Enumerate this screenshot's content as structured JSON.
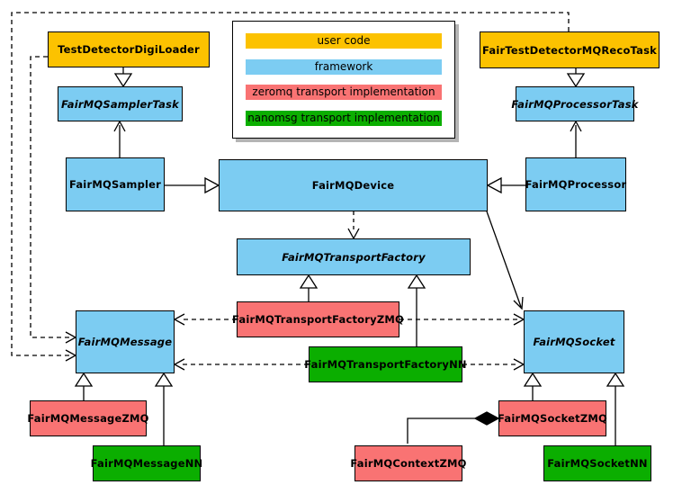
{
  "palette": {
    "user_code": "#fcc200",
    "framework": "#7cccf2",
    "zeromq": "#f97373",
    "nanomsg": "#0bae00",
    "line": "#000000",
    "background": "#ffffff"
  },
  "legend": {
    "items": [
      {
        "label": "user code",
        "color": "#fcc200"
      },
      {
        "label": "framework",
        "color": "#7cccf2"
      },
      {
        "label": "zeromq transport implementation",
        "color": "#f97373"
      },
      {
        "label": "nanomsg transport implementation",
        "color": "#0bae00"
      }
    ]
  },
  "nodes": [
    {
      "label": "TestDetectorDigiLoader",
      "category": "user code",
      "abstract": false
    },
    {
      "label": "FairTestDetectorMQRecoTask",
      "category": "user code",
      "abstract": false
    },
    {
      "label": "FairMQSamplerTask",
      "category": "framework",
      "abstract": true
    },
    {
      "label": "FairMQProcessorTask",
      "category": "framework",
      "abstract": true
    },
    {
      "label": "FairMQSampler",
      "category": "framework",
      "abstract": false
    },
    {
      "label": "FairMQDevice",
      "category": "framework",
      "abstract": false
    },
    {
      "label": "FairMQProcessor",
      "category": "framework",
      "abstract": false
    },
    {
      "label": "FairMQTransportFactory",
      "category": "framework",
      "abstract": true
    },
    {
      "label": "FairMQTransportFactoryZMQ",
      "category": "zeromq",
      "abstract": false
    },
    {
      "label": "FairMQTransportFactoryNN",
      "category": "nanomsg",
      "abstract": false
    },
    {
      "label": "FairMQMessage",
      "category": "framework",
      "abstract": true
    },
    {
      "label": "FairMQSocket",
      "category": "framework",
      "abstract": true
    },
    {
      "label": "FairMQMessageZMQ",
      "category": "zeromq",
      "abstract": false
    },
    {
      "label": "FairMQMessageNN",
      "category": "nanomsg",
      "abstract": false
    },
    {
      "label": "FairMQContextZMQ",
      "category": "zeromq",
      "abstract": false
    },
    {
      "label": "FairMQSocketZMQ",
      "category": "zeromq",
      "abstract": false
    },
    {
      "label": "FairMQSocketNN",
      "category": "nanomsg",
      "abstract": false
    }
  ],
  "edges": [
    {
      "from": "TestDetectorDigiLoader",
      "to": "FairMQSamplerTask",
      "type": "inheritance",
      "line": "solid"
    },
    {
      "from": "FairTestDetectorMQRecoTask",
      "to": "FairMQProcessorTask",
      "type": "inheritance",
      "line": "solid"
    },
    {
      "from": "FairMQSampler",
      "to": "FairMQSamplerTask",
      "type": "association",
      "line": "solid"
    },
    {
      "from": "FairMQProcessor",
      "to": "FairMQProcessorTask",
      "type": "association",
      "line": "solid"
    },
    {
      "from": "FairMQSampler",
      "to": "FairMQDevice",
      "type": "inheritance",
      "line": "solid"
    },
    {
      "from": "FairMQProcessor",
      "to": "FairMQDevice",
      "type": "inheritance",
      "line": "solid"
    },
    {
      "from": "FairMQDevice",
      "to": "FairMQTransportFactory",
      "type": "dependency",
      "line": "dashed"
    },
    {
      "from": "FairMQDevice",
      "to": "FairMQSocket",
      "type": "association",
      "line": "solid"
    },
    {
      "from": "TestDetectorDigiLoader",
      "to": "FairMQMessage",
      "type": "dependency",
      "line": "dashed"
    },
    {
      "from": "FairTestDetectorMQRecoTask",
      "to": "FairMQMessage",
      "type": "dependency",
      "line": "dashed"
    },
    {
      "from": "FairMQTransportFactoryZMQ",
      "to": "FairMQMessage",
      "type": "dependency",
      "line": "dashed"
    },
    {
      "from": "FairMQTransportFactoryZMQ",
      "to": "FairMQSocket",
      "type": "dependency",
      "line": "dashed"
    },
    {
      "from": "FairMQTransportFactoryNN",
      "to": "FairMQMessage",
      "type": "dependency",
      "line": "dashed"
    },
    {
      "from": "FairMQTransportFactoryNN",
      "to": "FairMQSocket",
      "type": "dependency",
      "line": "dashed"
    },
    {
      "from": "FairMQTransportFactoryZMQ",
      "to": "FairMQTransportFactory",
      "type": "inheritance",
      "line": "solid"
    },
    {
      "from": "FairMQTransportFactoryNN",
      "to": "FairMQTransportFactory",
      "type": "inheritance",
      "line": "solid"
    },
    {
      "from": "FairMQMessageZMQ",
      "to": "FairMQMessage",
      "type": "inheritance",
      "line": "solid"
    },
    {
      "from": "FairMQMessageNN",
      "to": "FairMQMessage",
      "type": "inheritance",
      "line": "solid"
    },
    {
      "from": "FairMQSocketZMQ",
      "to": "FairMQSocket",
      "type": "inheritance",
      "line": "solid"
    },
    {
      "from": "FairMQSocketNN",
      "to": "FairMQSocket",
      "type": "inheritance",
      "line": "solid"
    },
    {
      "from": "FairMQContextZMQ",
      "to": "FairMQSocketZMQ",
      "type": "composition",
      "line": "solid"
    }
  ]
}
